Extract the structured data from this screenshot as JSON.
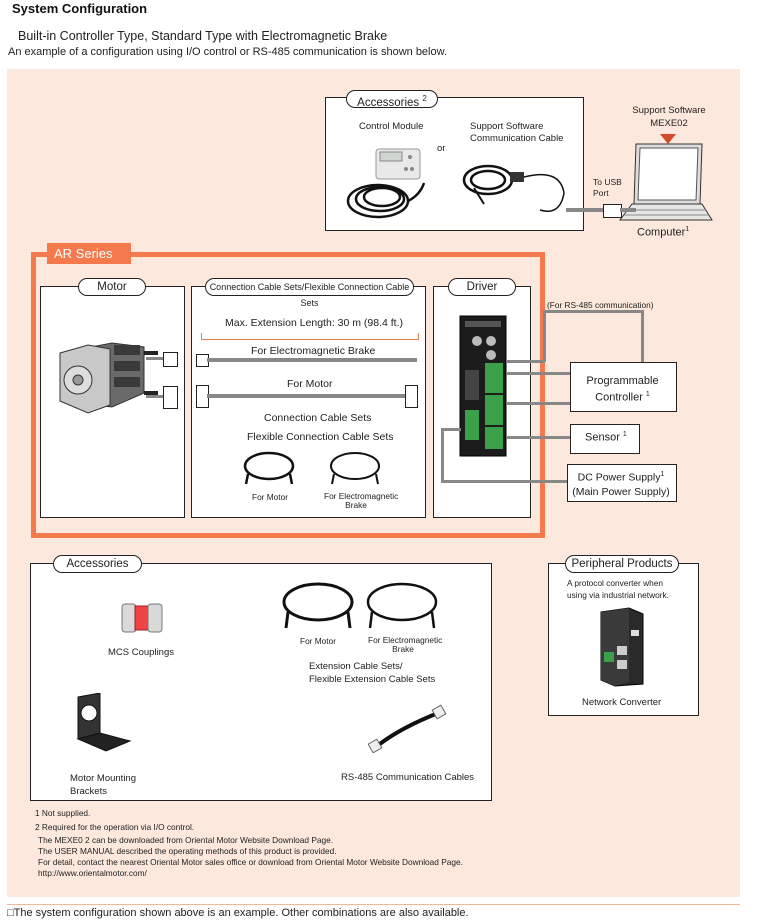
{
  "header": {
    "title": "System Configuration",
    "subtitle": "Built-in Controller Type, Standard Type with Electromagnetic Brake",
    "intro": "An example of a configuration using I/O control or RS-485 communication is shown below."
  },
  "top_accessories": {
    "title": "Accessories",
    "note_mark": "2",
    "control_module": "Control Module",
    "or": "or",
    "support_cable": [
      "Support Software",
      "Communication Cable"
    ]
  },
  "computer": {
    "software_label": [
      "Support Software",
      "MEXE02"
    ],
    "usb_port": [
      "To USB",
      "Port"
    ],
    "label": "Computer",
    "note_mark": "1"
  },
  "ar_series": {
    "tag": "AR  Series",
    "motor_title": "Motor",
    "cable_title": "Connection Cable Sets/Flexible Connection Cable Sets",
    "max_extension": "Max. Extension Length: 30 m (98.4 ft.)",
    "for_brake": "For Electromagnetic Brake",
    "for_motor": "For Motor",
    "cable_sets": [
      "Connection Cable Sets",
      "Flexible Connection Cable Sets"
    ],
    "small_for_motor": "For Motor",
    "small_for_brake": [
      "For Electromagnetic",
      "Brake"
    ],
    "driver_title": "Driver"
  },
  "external": {
    "rs485_note": "(For RS-485 communication)",
    "plc": [
      "Programmable",
      "Controller"
    ],
    "plc_note": "1",
    "sensor": "Sensor",
    "sensor_note": "1",
    "dc_power": [
      "DC Power Supply",
      "(Main Power Supply)"
    ],
    "dc_note": "1"
  },
  "bottom_accessories": {
    "title": "Accessories",
    "couplings": "MCS  Couplings",
    "for_motor": "For Motor",
    "for_brake": [
      "For Electromagnetic",
      "Brake"
    ],
    "ext_cables": [
      "Extension Cable Sets/",
      "Flexible Extension Cable Sets"
    ],
    "brackets": [
      "Motor Mounting",
      "Brackets"
    ],
    "rs485_cables": "RS-485 Communication Cables"
  },
  "peripheral": {
    "title": "Peripheral Products",
    "desc": [
      "A protocol converter when",
      "using via industrial network."
    ],
    "label": "Network Converter"
  },
  "notes": [
    "1  Not supplied.",
    "2  Required for the operation via I/O control.",
    "The MEXE0  2  can be downloaded from Oriental Motor Website Download Page.",
    "The USER MANUAL described the operating methods of this product is provided.",
    "For detail, contact the nearest Oriental Motor sales office or download from Oriental Motor Website Download Page.",
    "http://www.orientalmotor.com/"
  ],
  "footer": "□The system configuration shown above is an example. Other combinations are also available.",
  "colors": {
    "background": "#fde8dd",
    "accent": "#f47a4e",
    "cable_gray": "#8a8a8a"
  }
}
